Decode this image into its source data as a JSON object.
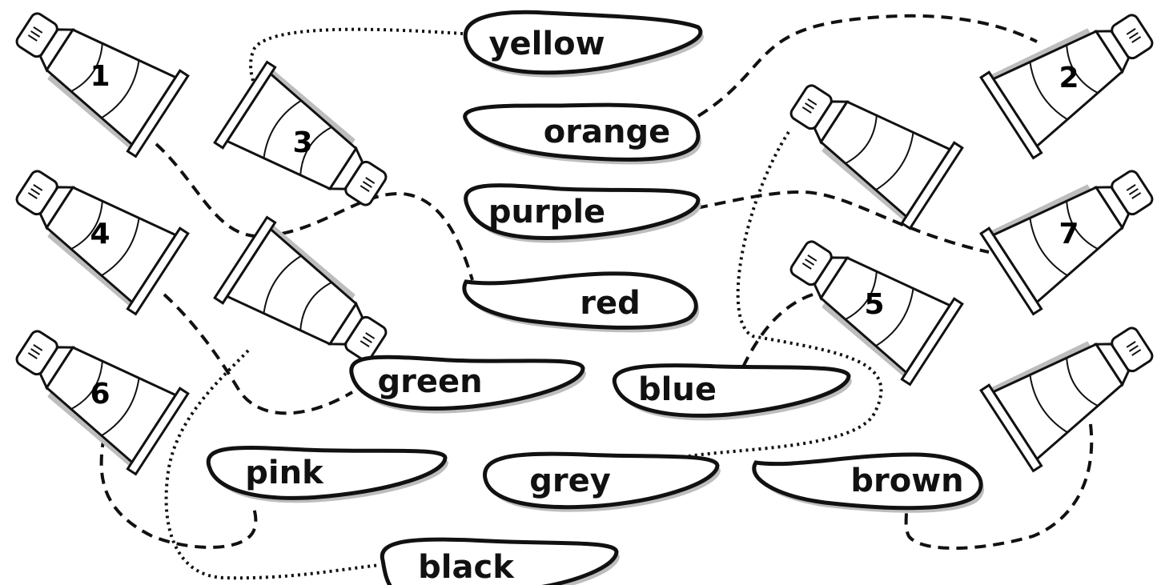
{
  "worksheet": {
    "tubes": [
      {
        "id": "tube-1",
        "number": "1"
      },
      {
        "id": "tube-2",
        "number": "2"
      },
      {
        "id": "tube-3",
        "number": "3"
      },
      {
        "id": "tube-4",
        "number": "4"
      },
      {
        "id": "tube-5",
        "number": "5"
      },
      {
        "id": "tube-6",
        "number": "6"
      },
      {
        "id": "tube-7",
        "number": "7"
      },
      {
        "id": "tube-blank-a",
        "number": ""
      },
      {
        "id": "tube-blank-b",
        "number": ""
      },
      {
        "id": "tube-blank-c",
        "number": ""
      }
    ],
    "colors": [
      "yellow",
      "orange",
      "purple",
      "red",
      "green",
      "blue",
      "pink",
      "grey",
      "brown",
      "black"
    ]
  }
}
